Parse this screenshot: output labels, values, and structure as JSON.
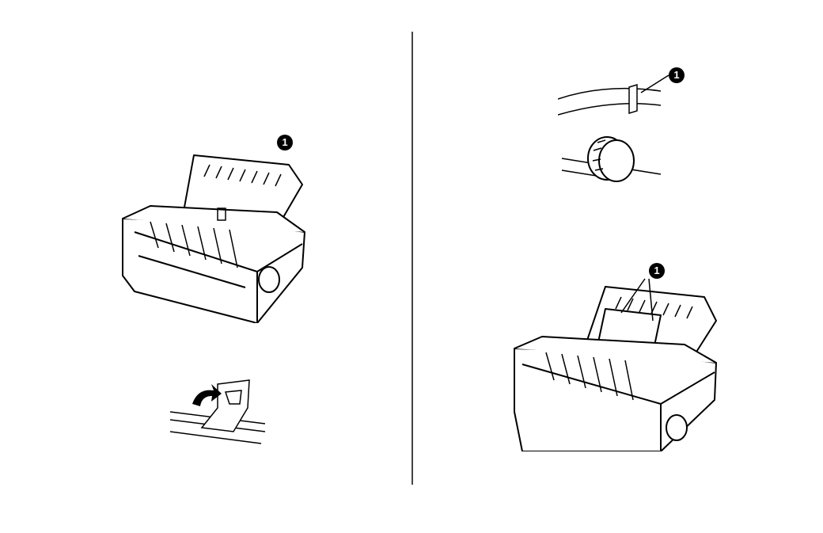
{
  "page": {
    "background": "#ffffff",
    "divider_color": "#444444"
  },
  "figures": {
    "printer_top_left": {
      "callout": "1"
    },
    "paper_lever": {},
    "knob_detail": {
      "callout": "1"
    },
    "printer_bottom_right": {
      "callout": "1"
    }
  }
}
